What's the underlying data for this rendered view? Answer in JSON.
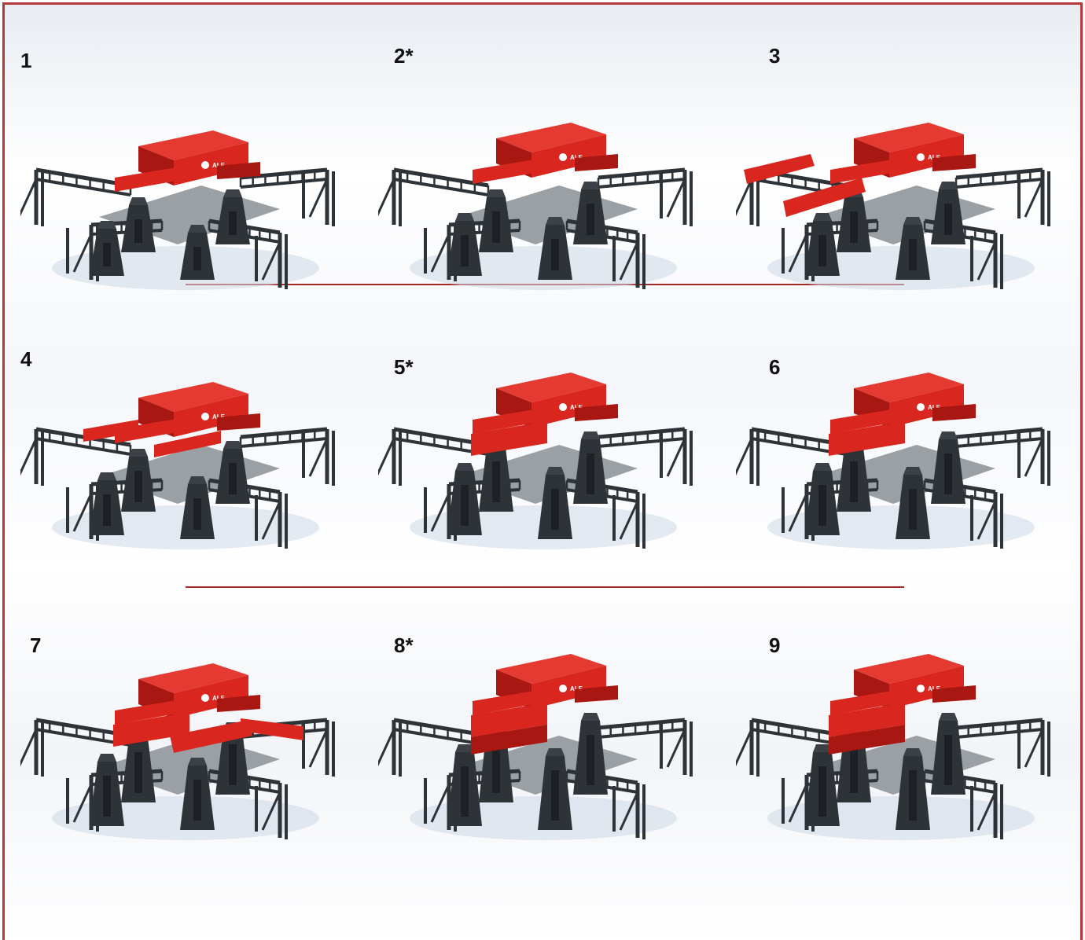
{
  "steps": [
    {
      "label": "1",
      "stage": 1
    },
    {
      "label": "2*",
      "stage": 2
    },
    {
      "label": "3",
      "stage": 3
    },
    {
      "label": "4",
      "stage": 4
    },
    {
      "label": "5*",
      "stage": 5
    },
    {
      "label": "6",
      "stage": 6
    },
    {
      "label": "7",
      "stage": 7
    },
    {
      "label": "8*",
      "stage": 8
    },
    {
      "label": "9",
      "stage": 9
    }
  ],
  "logo_text": "ALE",
  "colors": {
    "frame": "#b23a3a",
    "divider": "#a52a2a",
    "beam_red": "#d9261f",
    "beam_red_dark": "#a81712",
    "truss": "#2e3338",
    "base": "#9aa0a4"
  }
}
